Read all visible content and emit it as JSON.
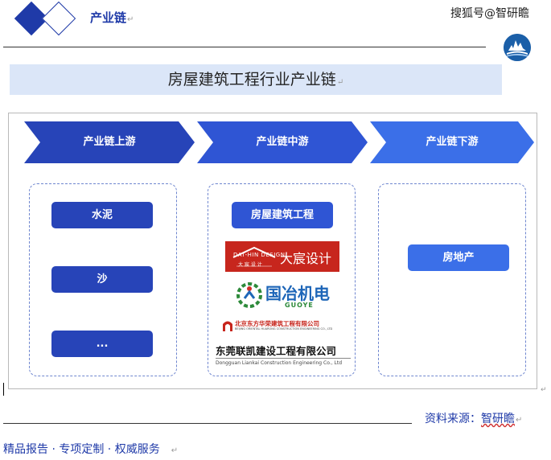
{
  "header": {
    "title": "产业链",
    "watermark": "搜狐号@智研瞻"
  },
  "banner": {
    "title": "房屋建筑工程行业产业链"
  },
  "stages": [
    {
      "label": "产业链上游",
      "color": "#2744b8"
    },
    {
      "label": "产业链中游",
      "color": "#2f55d4"
    },
    {
      "label": "产业链下游",
      "color": "#3b6fe8"
    }
  ],
  "upstream": {
    "items": [
      "水泥",
      "沙",
      "..."
    ]
  },
  "midstream": {
    "label": "房屋建筑工程",
    "companies": [
      {
        "name": "大宸设计",
        "logo_text": "DAT-HIN DESIGN",
        "logo_sub": "大 宸 设 计",
        "icon": "roof-logo-icon"
      },
      {
        "name": "国冶机电",
        "logo_sub": "GUOYE",
        "icon": "gear-person-logo-icon"
      },
      {
        "name": "北京东方华荣建筑工程有限公司",
        "logo_sub": "BEIJING ORIENTAL HUARONG CONSTRUCTION ENGINEERING CO., LTD",
        "icon": "arch-logo-icon"
      },
      {
        "name": "东莞联凯建设工程有限公司",
        "logo_sub": "Dongguan Liankai Construction Engineering Co., Ltd"
      }
    ]
  },
  "downstream": {
    "items": [
      "房地产"
    ]
  },
  "footer": {
    "source": "资料来源：",
    "source_name": "智研瞻",
    "tagline": "精品报告 ·  专项定制 · 权威服务"
  }
}
